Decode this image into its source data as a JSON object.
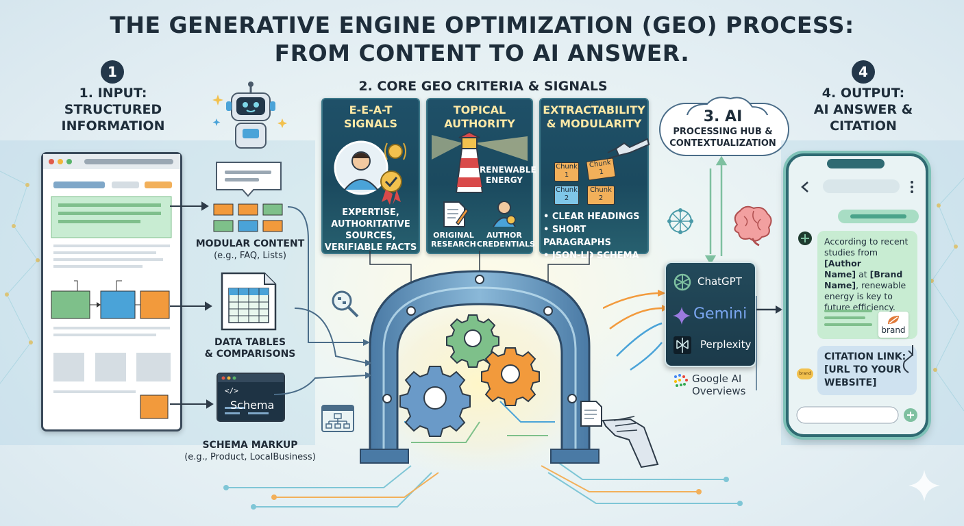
{
  "title": {
    "line1": "THE GENERATIVE ENGINE OPTIMIZATION (GEO) PROCESS:",
    "line2": "FROM CONTENT TO AI ANSWER."
  },
  "step1": {
    "number": "1",
    "line1": "1. INPUT:",
    "line2": "STRUCTURED",
    "line3": "INFORMATION",
    "items": [
      {
        "label": "MODULAR CONTENT",
        "sub": "(e.g., FAQ, Lists)"
      },
      {
        "label1": "DATA TABLES",
        "label2": "& COMPARISONS"
      },
      {
        "code": "Schema",
        "label": "SCHEMA MARKUP",
        "sub": "(e.g., Product, LocalBusiness)"
      }
    ]
  },
  "step2": {
    "heading": "2. CORE GEO CRITERIA & SIGNALS",
    "cards": [
      {
        "title1": "E-E-A-T",
        "title2": "SIGNALS",
        "text1": "EXPERTISE,",
        "text2": "AUTHORITATIVE",
        "text3": "SOURCES,",
        "text4": "VERIFIABLE FACTS"
      },
      {
        "title1": "TOPICAL",
        "title2": "AUTHORITY",
        "tag1": "RENEWABLE",
        "tag2": "ENERGY",
        "sub1a": "ORIGINAL",
        "sub1b": "RESEARCH",
        "sub2a": "AUTHOR",
        "sub2b": "CREDENTIALS"
      },
      {
        "title1": "EXTRACTABILITY",
        "title2": "& MODULARITY",
        "chunks": [
          {
            "a": "Chunk",
            "b": "1"
          },
          {
            "a": "Chunk",
            "b": "1"
          },
          {
            "a": "Chunk",
            "b": "2"
          },
          {
            "a": "Chunk",
            "b": "2"
          }
        ],
        "bullet1": "• CLEAR HEADINGS",
        "bullet2": "• SHORT PARAGRAPHS",
        "bullet3": "• JSON-LD SCHEMA"
      }
    ]
  },
  "step3": {
    "title": "3. AI",
    "line1": "PROCESSING HUB &",
    "line2": "CONTEXTUALIZATION",
    "engines": [
      "ChatGPT",
      "Gemini",
      "Perplexity"
    ],
    "google1": "Google AI",
    "google2": "Overviews"
  },
  "step4": {
    "number": "4",
    "line1": "4. OUTPUT:",
    "line2": "AI ANSWER &",
    "line3": "CITATION",
    "answer": {
      "l1": "According to recent",
      "l2a": "studies from ",
      "l2b": "[Author",
      "l3a": "Name]",
      "l3b": " at ",
      "l3c": "[Brand",
      "l4a": "Name]",
      "l4b": ", renewable",
      "l5": "energy is key to",
      "l6": "future efficiency."
    },
    "brand_tag": "brand",
    "brand_small": "brand",
    "citation1": "CITATION LINK:",
    "citation2": "[URL TO YOUR",
    "citation3": "WEBSITE]"
  },
  "colors": {
    "card_bg": "#1d4b60",
    "card_title": "#ffe9a6",
    "arch": "#5a8fb8",
    "accent_orange": "#f29a3c",
    "accent_green": "#7ec08a",
    "accent_blue": "#4aa3d8"
  },
  "icons": [
    "robot-icon",
    "speech-bubble-icon",
    "spreadsheet-icon",
    "code-window-icon",
    "person-icon",
    "award-ribbon-icon",
    "lighthouse-icon",
    "document-pen-icon",
    "robot-hand-icon",
    "brain-icon",
    "gear-icon",
    "cloud-icon",
    "openai-logo-icon",
    "gemini-star-icon",
    "perplexity-logo-icon",
    "search-magnifier-icon",
    "sitemap-icon",
    "sparkle-icon"
  ]
}
